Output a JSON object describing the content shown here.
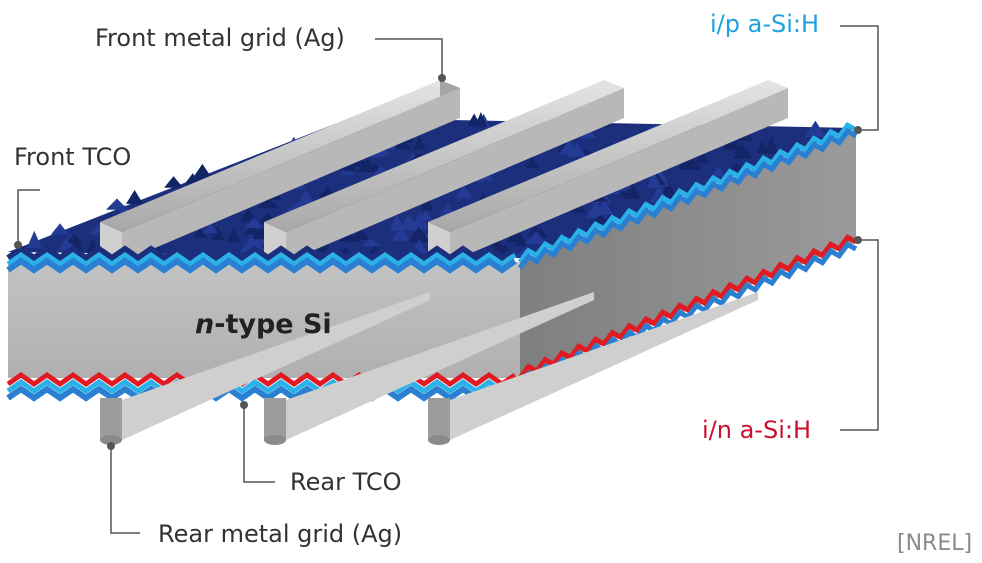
{
  "labels": {
    "front_metal_grid": "Front metal grid (Ag)",
    "front_tco": "Front TCO",
    "ip_asih": "i/p a-Si:H",
    "in_asih": "i/n a-Si:H",
    "rear_tco": "Rear TCO",
    "rear_metal_grid": "Rear metal grid (Ag)",
    "substrate_italic": "n",
    "substrate_rest": "-type Si",
    "source": "[NREL]"
  },
  "colors": {
    "silicon_front": "#b9b9b9",
    "silicon_side": "#8c8c8c",
    "metal_light": "#d6d6d6",
    "metal_dark": "#9a9a9a",
    "texture_dark": "#1a2d7a",
    "tco_blue": "#2a7fd1",
    "ip_layer": "#29b1e8",
    "in_layer": "#e01b24",
    "label_blue": "#1ea1dc",
    "label_red": "#c8102e"
  }
}
